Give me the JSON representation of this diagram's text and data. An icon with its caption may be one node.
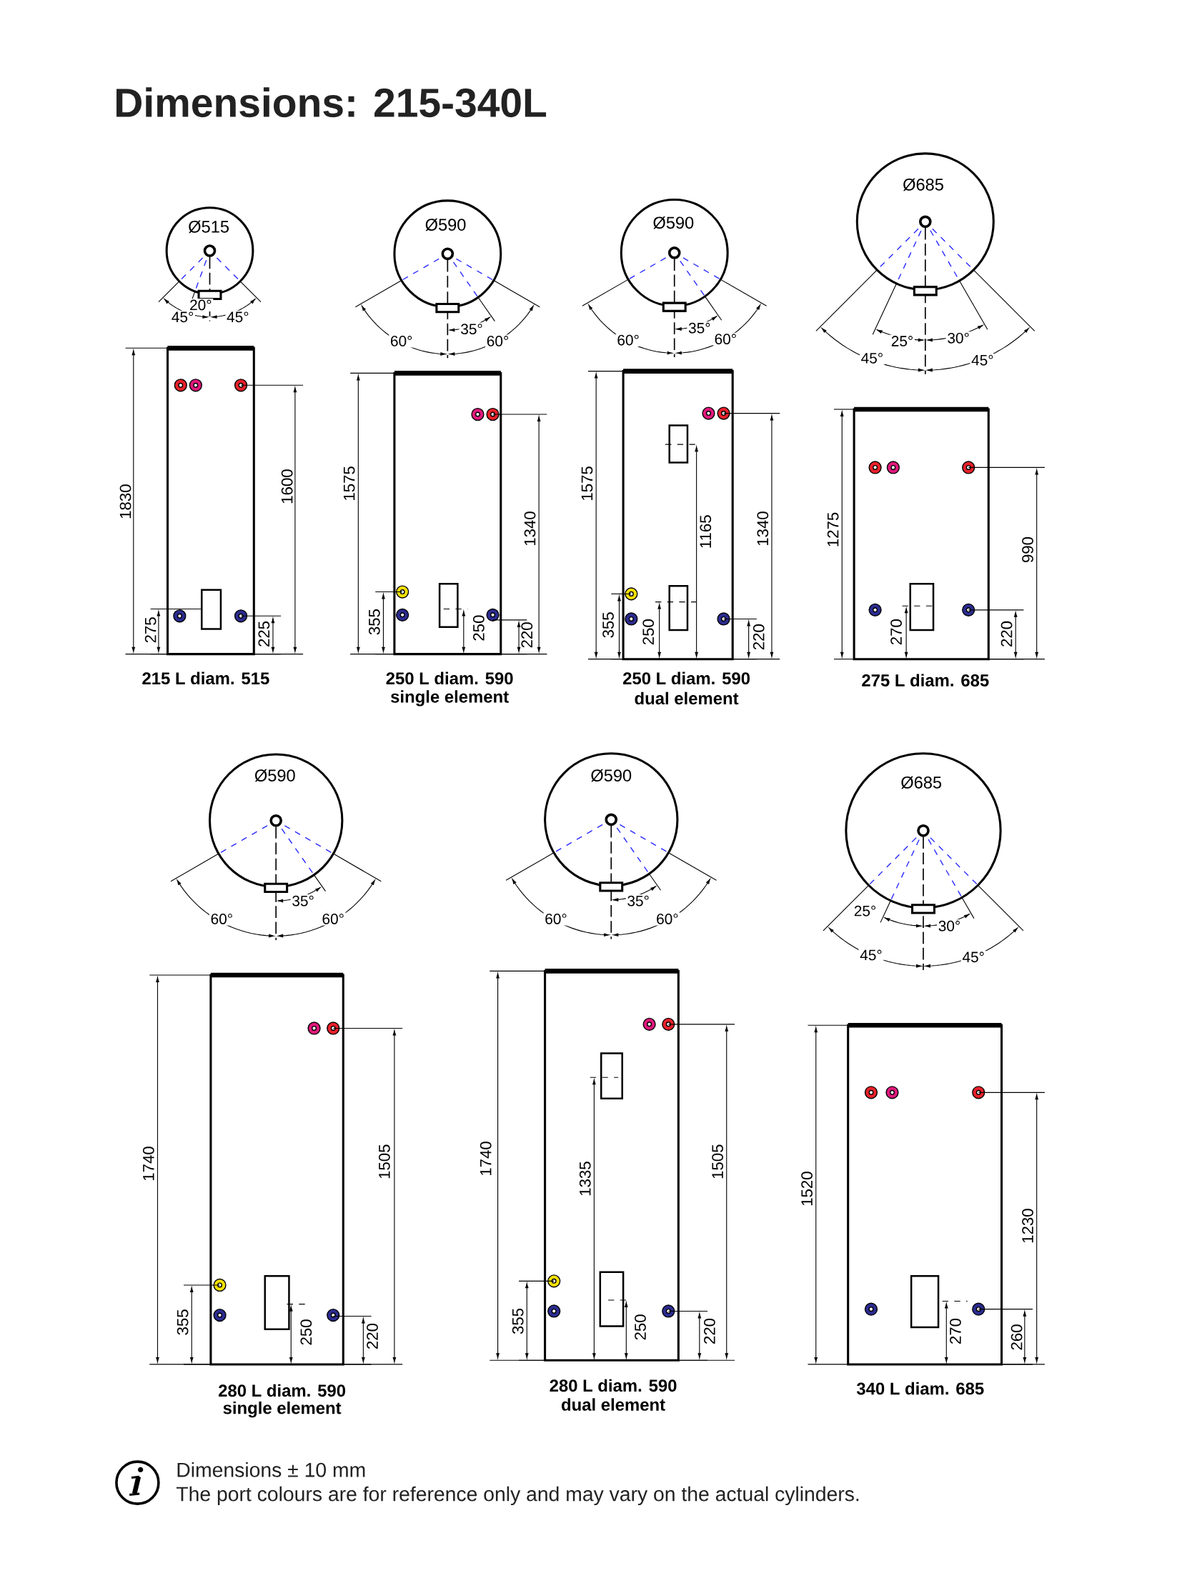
{
  "diagram": {
    "title": "Dimensions: 215-340L",
    "labels": [
      "Ø515",
      "20°",
      "45°",
      "45°",
      "1830",
      "275",
      "1600",
      "225",
      "215 L diam. 515",
      "Ø590",
      "60°",
      "35°",
      "60°",
      "1575",
      "355",
      "250",
      "1340",
      "220",
      "250 L diam. 590",
      "single element",
      "Ø590",
      "60°",
      "35°",
      "60°",
      "1575",
      "355",
      "250",
      "1165",
      "1340",
      "220",
      "250 L diam. 590",
      "dual element",
      "Ø685",
      "25°",
      "30°",
      "45°",
      "45°",
      "1275",
      "270",
      "990",
      "220",
      "275 L diam. 685",
      "Ø590",
      "35°",
      "60°",
      "60°",
      "1740",
      "355",
      "250",
      "1505",
      "220",
      "280 L diam. 590",
      "single element",
      "Ø590",
      "35°",
      "60°",
      "60°",
      "1740",
      "355",
      "1335",
      "250",
      "1505",
      "220",
      "280 L diam. 590",
      "dual element",
      "Ø685",
      "25°",
      "30°",
      "45°",
      "45°",
      "1520",
      "270",
      "1230",
      "260",
      "340 L diam. 685",
      "Dimensions ± 10 mm",
      "The port colours are for reference only and may vary on the actual cylinders."
    ]
  }
}
